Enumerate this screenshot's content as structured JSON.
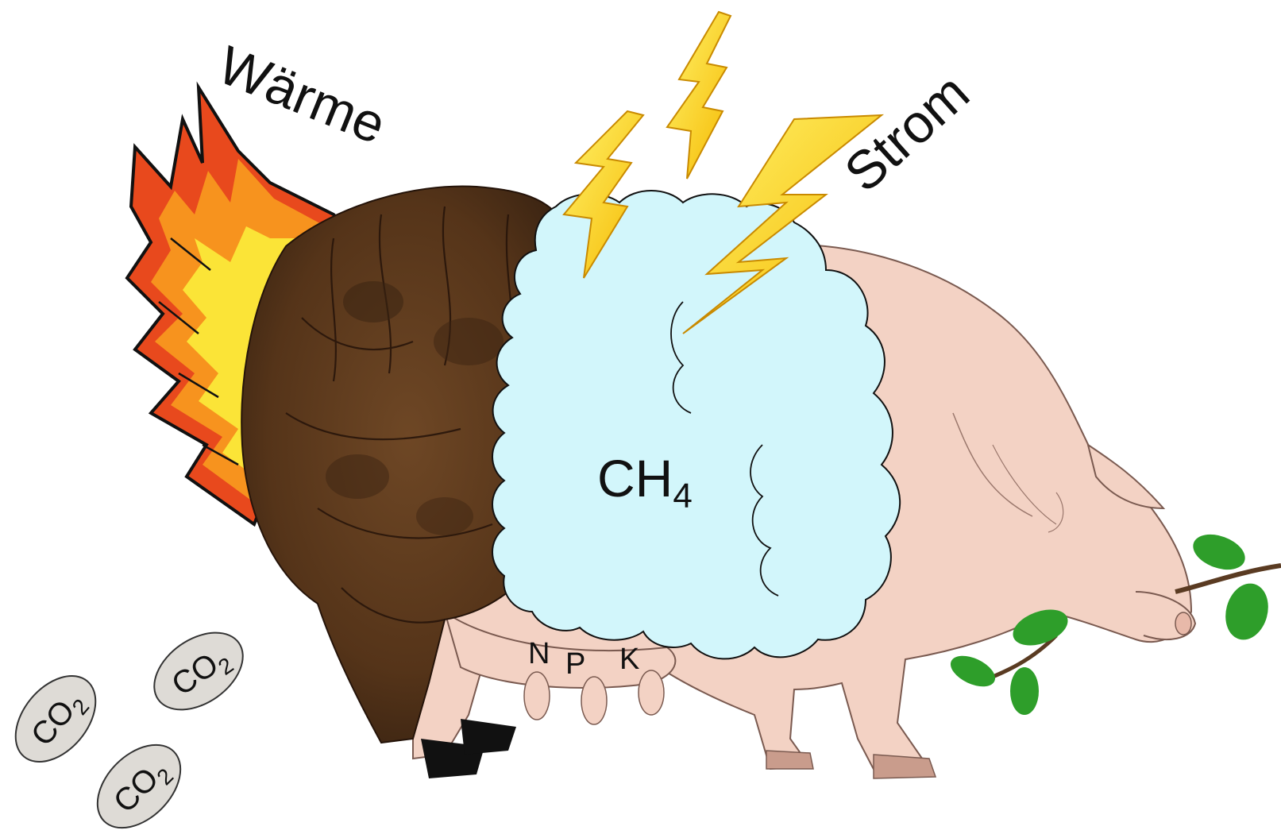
{
  "labels": {
    "heat": "Wärme",
    "power": "Strom",
    "methane": {
      "base": "CH",
      "sub": "4"
    },
    "nutrients": [
      "N",
      "P",
      "K"
    ],
    "co2": {
      "base": "CO",
      "sub": "2"
    }
  },
  "colors": {
    "pig_skin": "#f3d2c4",
    "manure": "#5b3a1e",
    "manure_dark": "#3b2412",
    "gas_cloud": "#d2f6fb",
    "flame_outer": "#e8491d",
    "flame_mid": "#f7931e",
    "flame_inner": "#fbe437",
    "lightning": "#ffd21a",
    "leaf": "#2e9e2a",
    "co2_bubble": "#dedbd6"
  }
}
